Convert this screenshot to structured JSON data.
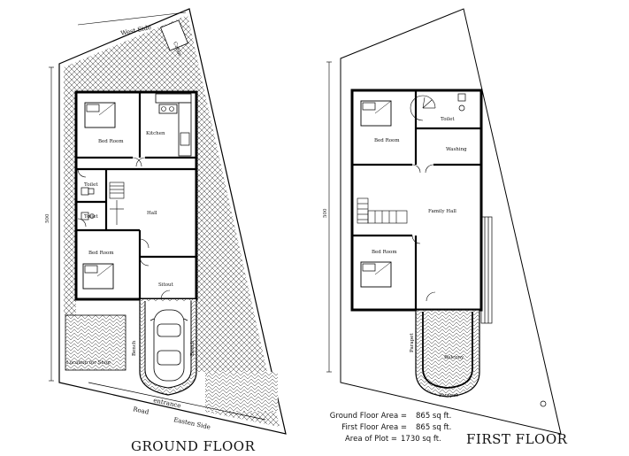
{
  "ground_floor": {
    "title": "GROUND FLOOR",
    "west_side": "West Side",
    "eastern_side": "Easten Side",
    "road": "Road",
    "entrance": "entrance",
    "rooms": {
      "kitchen": "Kitchen",
      "bed_room_top": "Bed Room",
      "bed_room_bottom": "Bed Room",
      "toilet_top": "Toilet",
      "toilet_bottom": "Toilet",
      "hall": "Hall",
      "sitout": "Sitout",
      "location_for_shop": "Location for Shop",
      "bench_left": "Bench",
      "bench_right": "Bench",
      "corner_mark": "Cabin"
    }
  },
  "first_floor": {
    "title": "FIRST FLOOR",
    "rooms": {
      "bed_room_top": "Bed Room",
      "toilet": "Toilet",
      "washing": "Washing",
      "family_hall": "Family Hall",
      "bed_room_bottom": "Bed Room",
      "parapet_left": "Parapet",
      "parapet_bottom": "Parapet",
      "balcony": "Balcony"
    }
  },
  "areas": {
    "ground_label": "Ground Floor Area =",
    "ground_value": "865 sq ft.",
    "first_label": "First Floor Area =",
    "first_value": "865 sq ft.",
    "plot_label": "Area of Plot =",
    "plot_value": "1730 sq ft."
  }
}
